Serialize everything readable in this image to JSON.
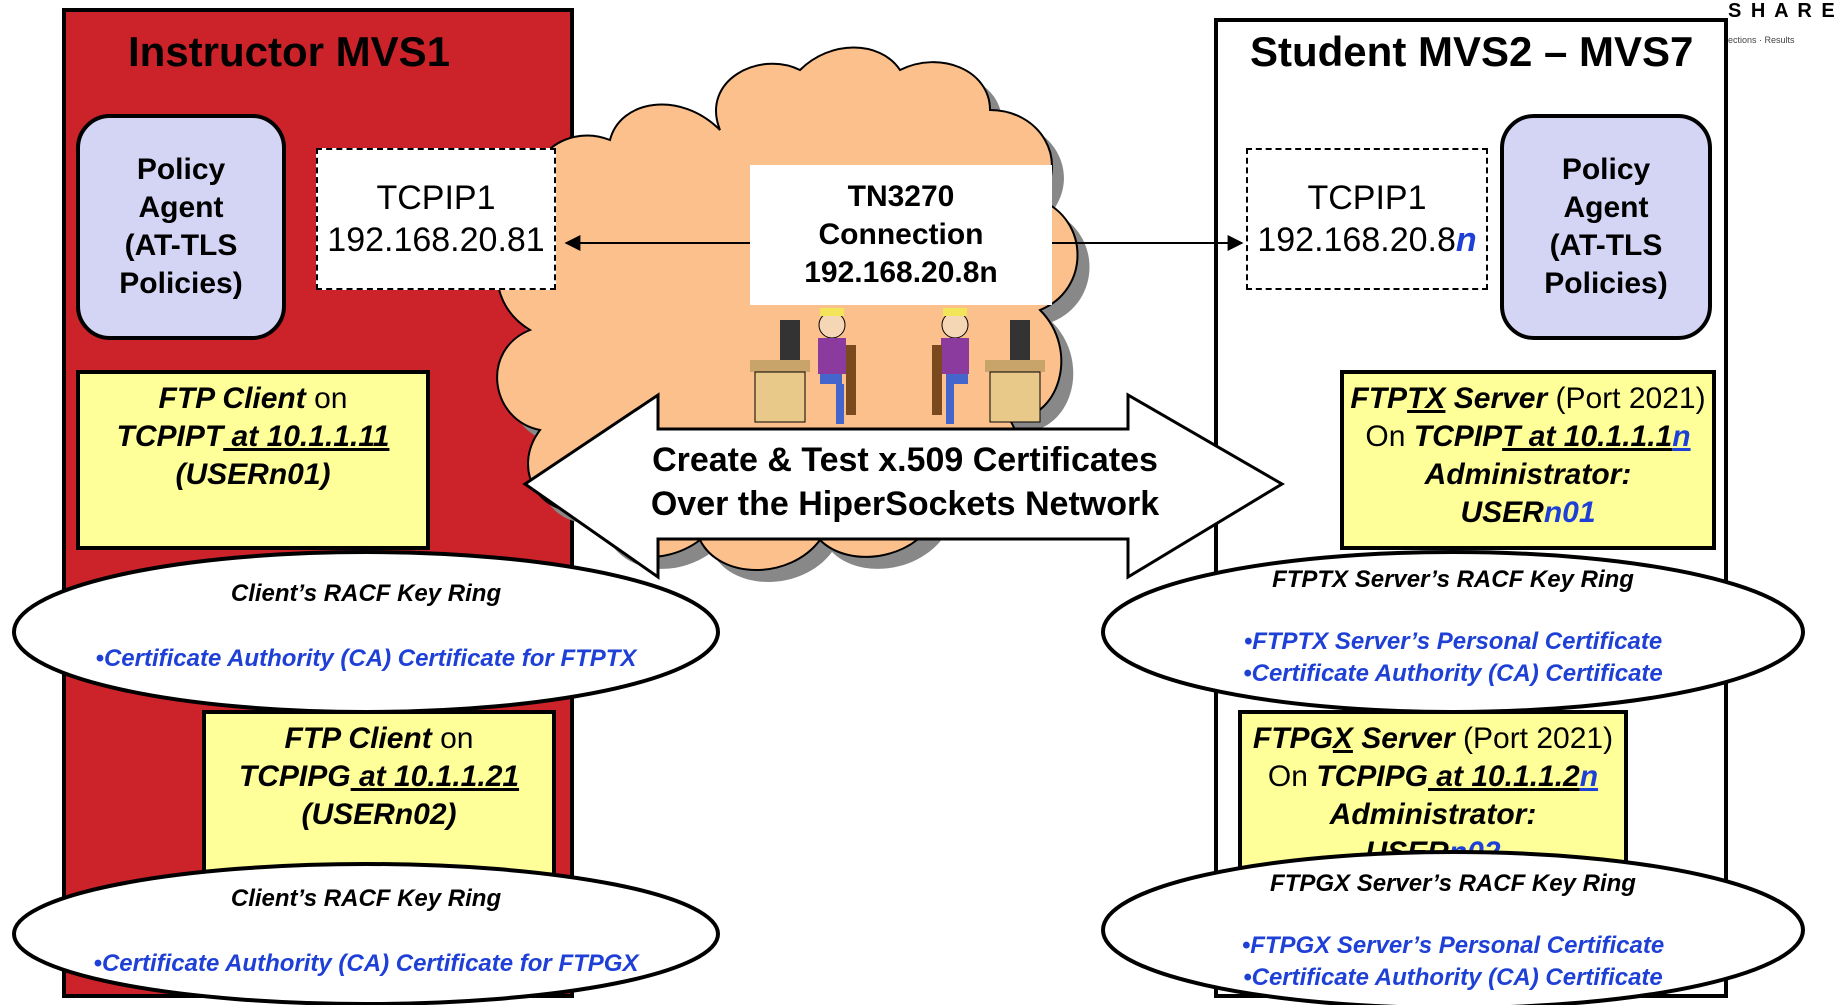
{
  "logo": {
    "text": "S H A R E",
    "tagline": "ections · Results"
  },
  "instructor": {
    "title": "Instructor MVS1",
    "policy": [
      "Policy",
      "Agent",
      "(AT-TLS",
      "Policies)"
    ],
    "tcpip": {
      "name": "TCPIP1",
      "ip": "192.168.20.81"
    },
    "client1": {
      "l1a": "FTP Client",
      "l1b": " on",
      "l2a": "TCPIPT",
      "l2b": "   at 10.1.1.11",
      "l3": "(USERn01)"
    },
    "client2": {
      "l1a": "FTP Client",
      "l1b": " on",
      "l2a": "TCPIPG",
      "l2b": "    at 10.1.1.21",
      "l3": "(USERn02)"
    },
    "ring1": {
      "title": "Client’s RACF Key Ring",
      "items": [
        "•Certificate Authority (CA) Certificate for FTPTX"
      ]
    },
    "ring2": {
      "title": "Client’s RACF Key Ring",
      "items": [
        "•Certificate Authority (CA) Certificate for FTPGX"
      ]
    }
  },
  "center": {
    "label": [
      "TN3270",
      "Connection",
      "192.168.20.8n"
    ],
    "arrow": [
      "Create & Test x.509 Certificates",
      "Over the HiperSockets Network"
    ]
  },
  "student": {
    "title": "Student MVS2 – MVS7",
    "policy": [
      "Policy",
      "Agent",
      "(AT-TLS",
      "Policies)"
    ],
    "tcpip": {
      "name": "TCPIP1",
      "ip": "192.168.20.8",
      "ip_suffix": "n"
    },
    "server1": {
      "a": "FTP",
      "b": "TX",
      "c": " Server",
      "d": " (Port 2021)",
      "e": "On ",
      "f": "TCPIP",
      "g": "T  at 10.1.1.1",
      "h": "n",
      "admin": "Administrator:",
      "user_a": "USER",
      "user_b": "n01"
    },
    "server2": {
      "a": "FTPG",
      "b": "X",
      "c": " Server",
      "d": " (Port 2021)",
      "e": "On ",
      "f": "TCPIPG",
      "g": "  at 10.1.1.2",
      "h": "n",
      "admin": "Administrator:",
      "user_a": "USER",
      "user_b": "n02"
    },
    "ring1": {
      "title": "FTPTX Server’s RACF Key Ring",
      "items": [
        "•FTPTX Server’s Personal Certificate",
        "•Certificate Authority (CA) Certificate"
      ]
    },
    "ring2": {
      "title": "FTPGX Server’s RACF Key Ring",
      "items": [
        "•FTPGX Server’s Personal Certificate",
        "•Certificate Authority (CA) Certificate"
      ]
    }
  }
}
